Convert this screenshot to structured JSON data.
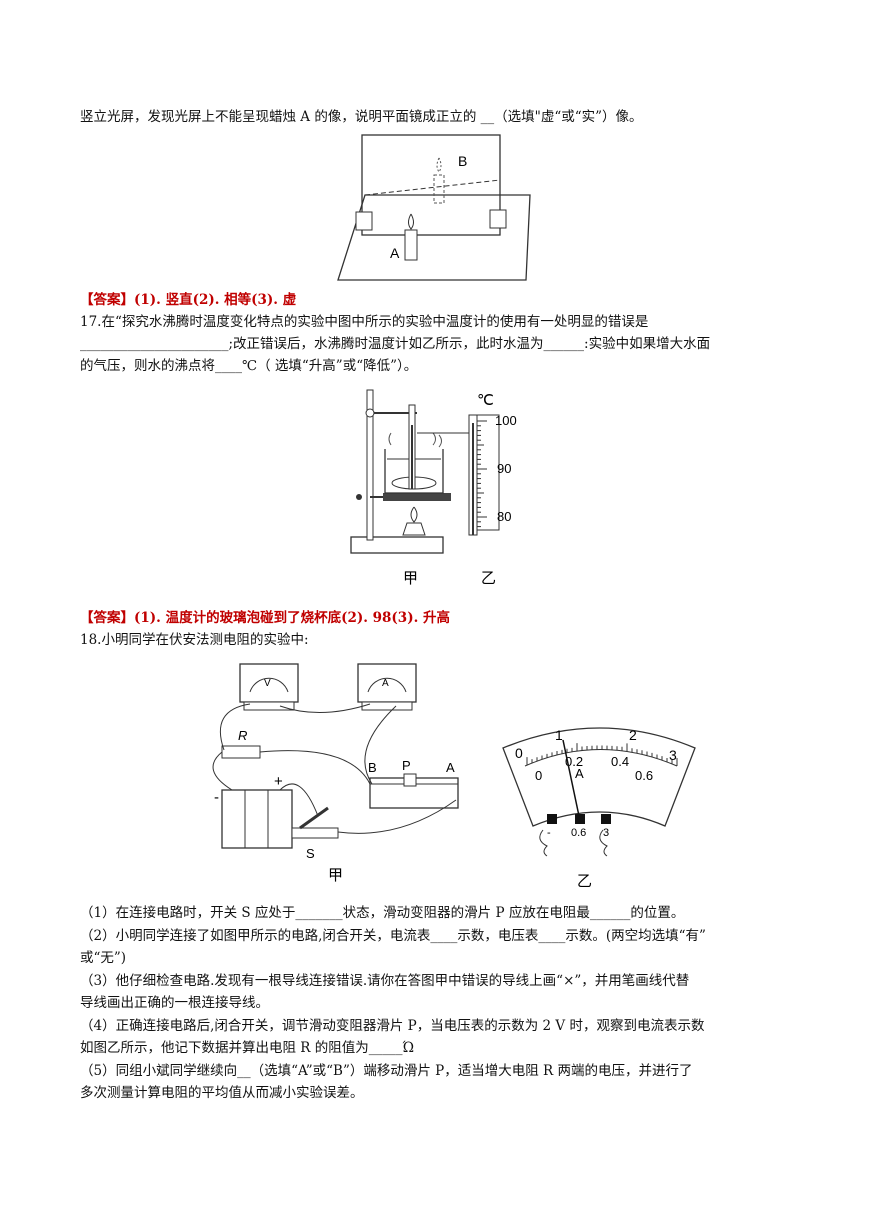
{
  "q16": {
    "line1": "竖立光屏，发现光屏上不能呈现蜡烛 A 的像，说明平面镜成正立的 __（选填\"虚“或“实”）像。",
    "fig_label_b": "B",
    "fig_label_a": "A",
    "answer": "【答案】(1). 竖直(2). 相等(3). 虚"
  },
  "q17": {
    "line1": "17.在“探究水沸腾时温度变化特点的实验中图中所示的实验中温度计的使用有一处明显的错误是",
    "line2": "______________________;改正错误后，水沸腾时温度计如乙所示，此时水温为______:实验中如果增大水面",
    "line3": "的气压，则水的沸点将____℃（ 选填“升高”或“降低”）。",
    "thermo_unit": "℃",
    "thermo_ticks": [
      "100",
      "90",
      "80"
    ],
    "thermo_reading": 98,
    "caption_jia": "甲",
    "caption_yi": "乙",
    "answer": "【答案】(1). 温度计的玻璃泡碰到了烧杯底(2). 98(3). 升高"
  },
  "q18": {
    "intro": "18.小明同学在伏安法测电阻的实验中:",
    "label_R": "R",
    "label_B": "B",
    "label_P": "P",
    "label_A": "A",
    "label_S": "S",
    "label_minus": "-",
    "label_plus": "+",
    "voltmeter_symbol": "V",
    "ammeter_symbol": "A",
    "meter_top_scale": [
      "0",
      "1",
      "2",
      "3"
    ],
    "meter_bottom_scale": [
      "0",
      "0.2",
      "0.4",
      "0.6"
    ],
    "meter_unit": "A",
    "meter_terminals": [
      "-",
      "0.6",
      "3"
    ],
    "caption_jia": "甲",
    "caption_yi": "乙",
    "p1": "（1）在连接电路时，开关 S 应处于_______状态，滑动变阻器的滑片 P 应放在电阻最______的位置。",
    "p2a": "（2）小明同学连接了如图甲所示的电路,闭合开关，电流表____示数，电压表____示数。(两空均选填“有”",
    "p2b": "或“无”)",
    "p3a": "（3）他仔细检查电路.发现有一根导线连接错误.请你在答图甲中错误的导线上画“×”，并用笔画线代替",
    "p3b": "导线画出正确的一根连接导线。",
    "p4a": "（4）正确连接电路后,闭合开关，调节滑动变阻器滑片 P，当电压表的示数为 2  V 时，观察到电流表示数",
    "p4b": "如图乙所示，他记下数据并算出电阻 R 的阻值为_____Ώ",
    "p5a": "（5）同组小斌同学继续向__（选填“A”或“B”）端移动滑片 P，适当增大电阻 R 两端的电压，并进行了",
    "p5b": "多次测量计算电阻的平均值从而减小实验误差。"
  }
}
